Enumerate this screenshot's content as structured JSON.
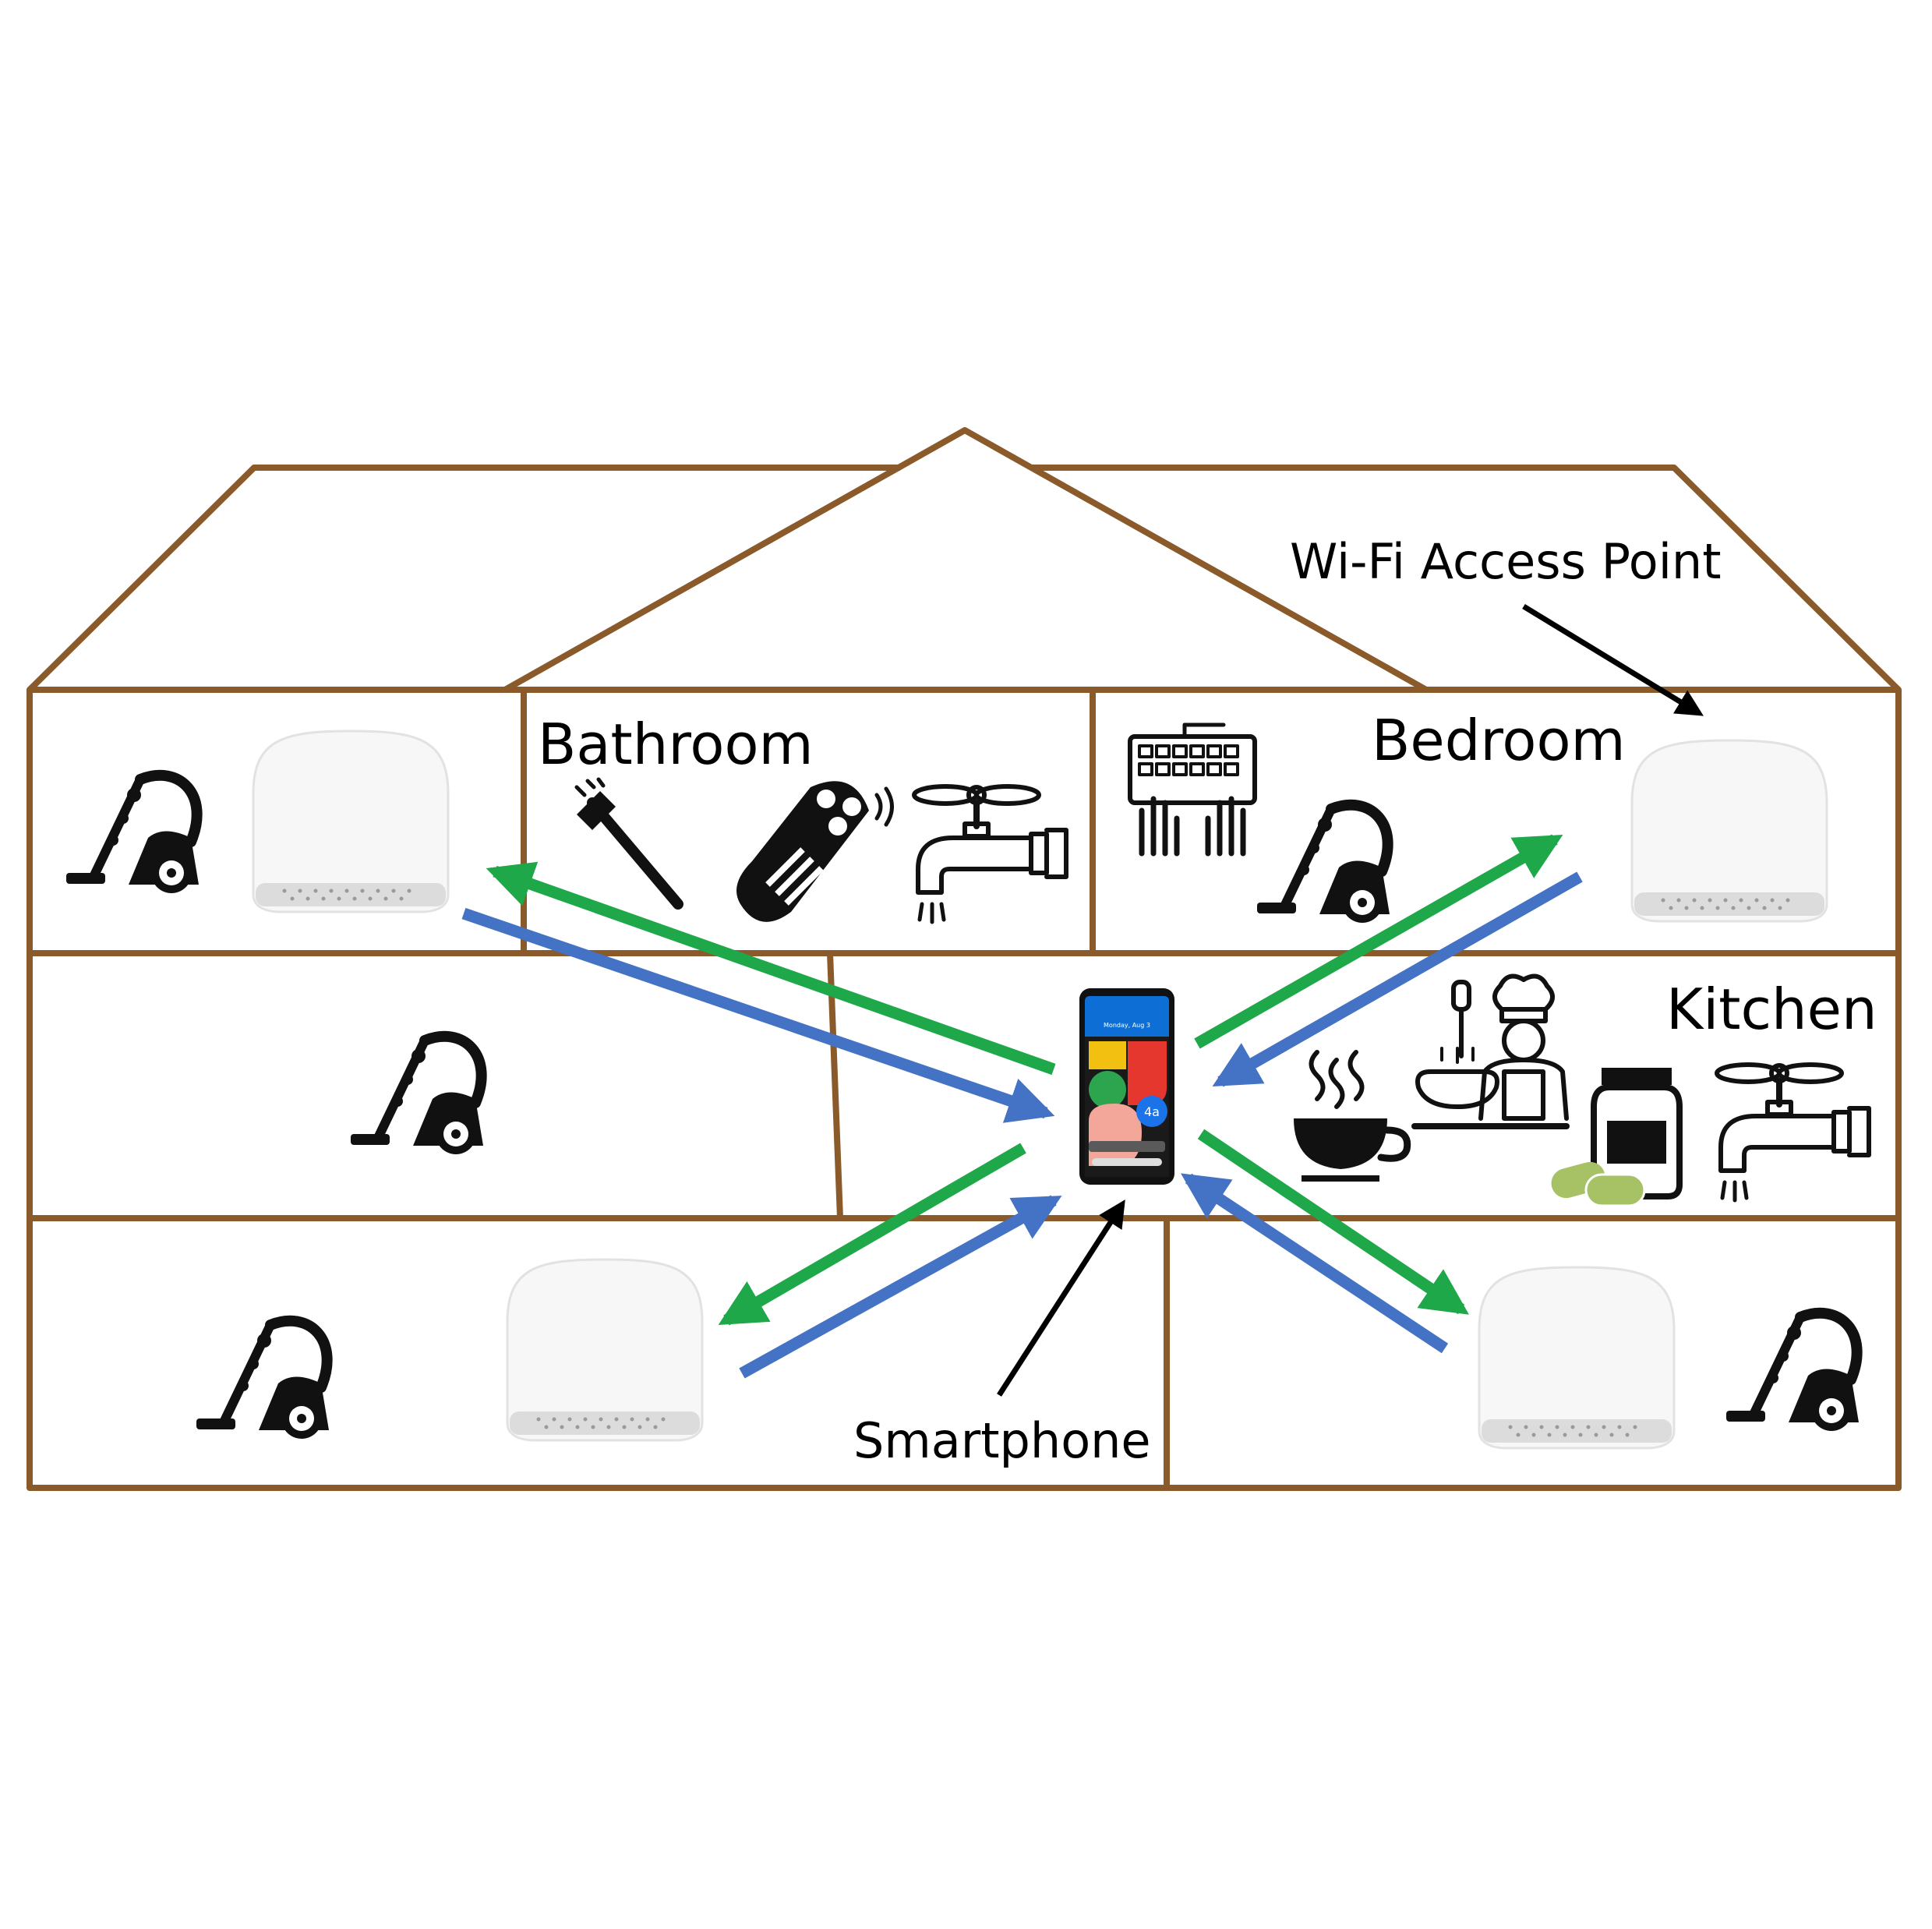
{
  "colors": {
    "wall": "#8B5A2B",
    "arrow_green": "#1FA84A",
    "arrow_blue": "#4472C4",
    "pointer": "#000000",
    "pill": "#A6C264"
  },
  "labels": {
    "bathroom": "Bathroom",
    "bedroom": "Bedroom",
    "kitchen": "Kitchen",
    "access_point": "Wi-Fi Access Point",
    "smartphone": "Smartphone"
  },
  "phone_screen": {
    "date": "Monday, Aug 3",
    "model": "4a"
  },
  "icons": [
    "vacuum-cleaner-icon",
    "toothbrush-icon",
    "electric-shaver-icon",
    "water-tap-icon",
    "keyboard-typing-icon",
    "coffee-cup-icon",
    "chef-cooking-icon",
    "medicine-jar-icon",
    "pill-icon",
    "wifi-access-point-icon",
    "smartphone-icon"
  ]
}
